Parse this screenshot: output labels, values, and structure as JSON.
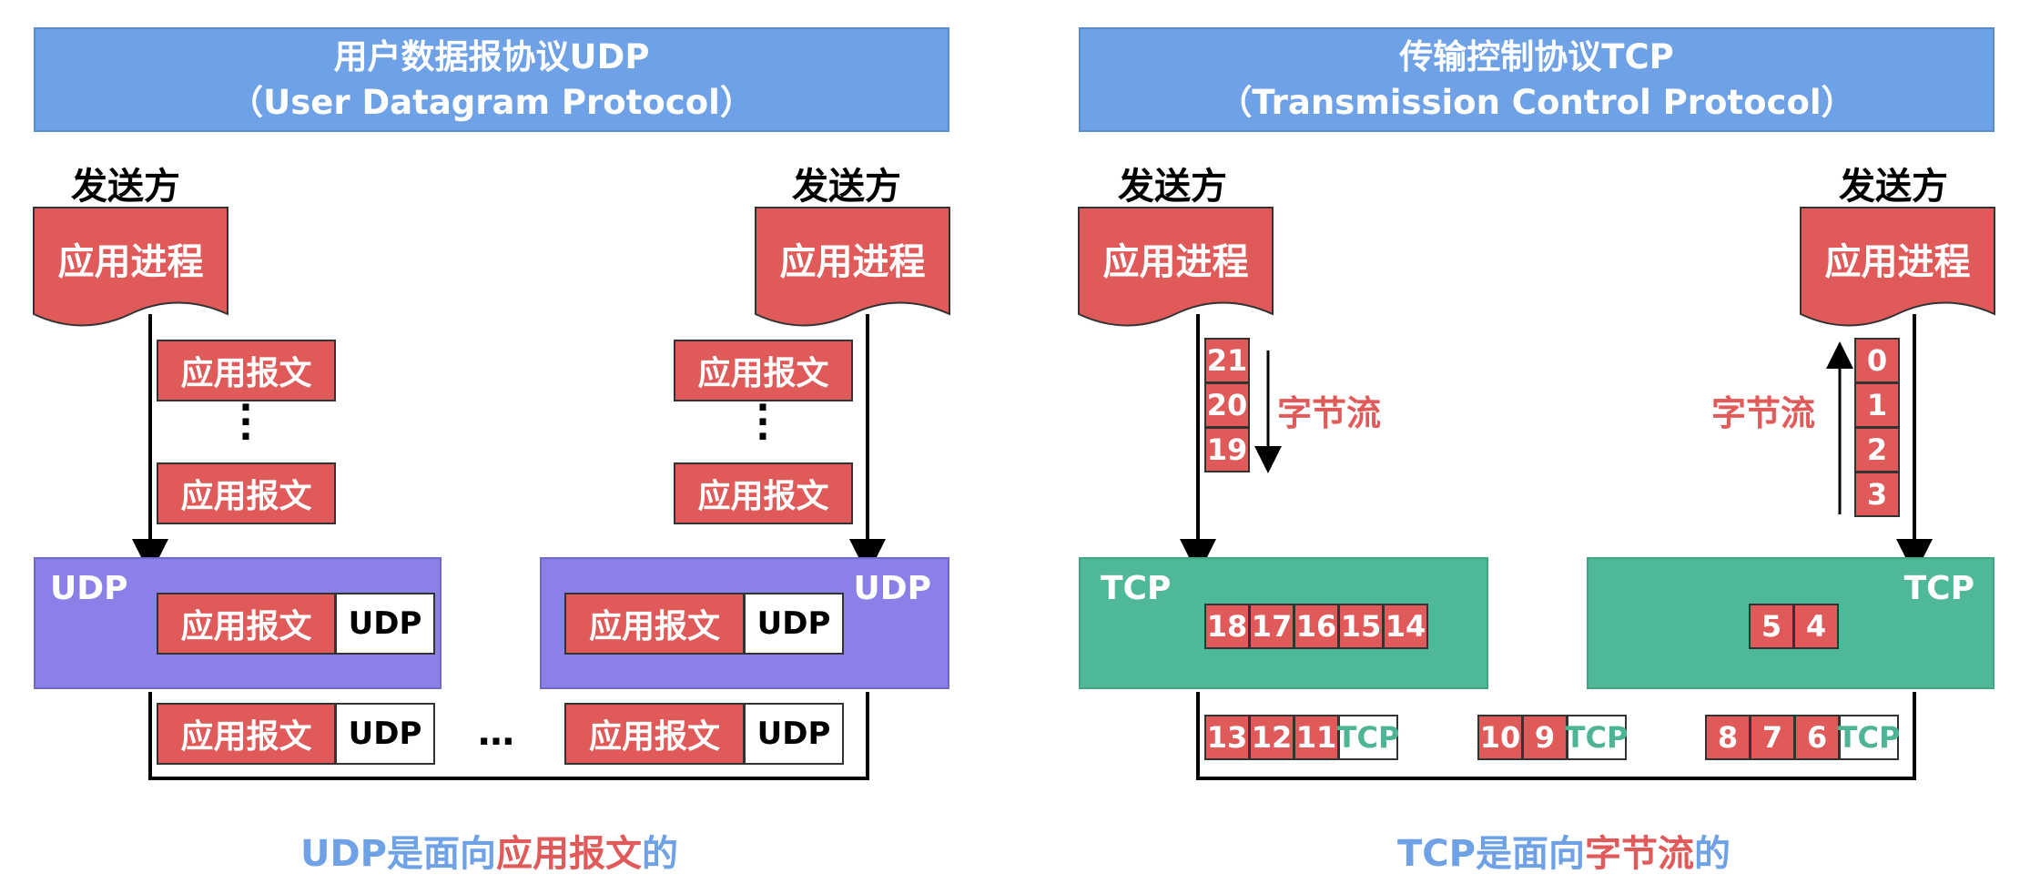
{
  "udp": {
    "title": "用户数据报协议UDP",
    "subtitle": "（User Datagram Protocol）",
    "left_sender": "发送方",
    "right_sender": "发送方",
    "app_process": "应用进程",
    "app_message": "应用报文",
    "udp_label": "UDP",
    "header": "UDP",
    "ellipsis": "…",
    "caption_a": "UDP是面向",
    "caption_b": "应用报文",
    "caption_c": "的"
  },
  "tcp": {
    "title": "传输控制协议TCP",
    "subtitle": "（Transmission Control Protocol）",
    "left_sender": "发送方",
    "right_sender": "发送方",
    "app_process": "应用进程",
    "byte_stream": "字节流",
    "tcp_label": "TCP",
    "header": "TCP",
    "left_stream": [
      "21",
      "20",
      "19"
    ],
    "right_stream": [
      "0",
      "1",
      "2",
      "3"
    ],
    "left_buffer": [
      "18",
      "17",
      "16",
      "15",
      "14"
    ],
    "right_buffer": [
      "5",
      "4"
    ],
    "segment1": [
      "13",
      "12",
      "11"
    ],
    "segment2": [
      "10",
      "9"
    ],
    "segment3": [
      "8",
      "7",
      "6"
    ],
    "caption_a": "TCP是面向",
    "caption_b": "字节流",
    "caption_c": "的"
  },
  "colors": {
    "banner": "#6ea1e6",
    "red": "#e05a5a",
    "udp_panel": "#8a80e8",
    "tcp_panel": "#4fb898"
  }
}
